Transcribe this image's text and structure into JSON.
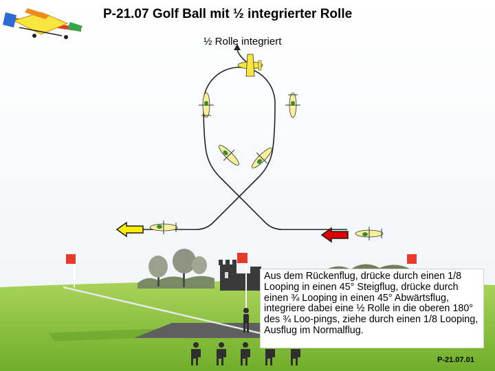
{
  "header": {
    "title": "P-21.07 Golf Ball mit ½ integrierter Rolle"
  },
  "diagram": {
    "roll_label": "½ Rolle integriert",
    "entry_arrow_color": "#e00000",
    "exit_arrow_color": "#ffee00",
    "flag_color": "#e83a2a",
    "sky_color": "#ffffff",
    "grass_color": "#8cc43c"
  },
  "description": {
    "text": "Aus dem Rückenflug, drücke durch einen 1/8 Looping in einen 45° Steigflug, drücke durch einen ¾ Looping in einen 45° Abwärtsflug, integriere dabei eine ½ Rolle in die oberen 180° des ¾ Loo-pings, ziehe durch einen 1/8 Looping, Ausflug im Normalflug."
  },
  "footer": {
    "code": "P-21.07.01"
  }
}
